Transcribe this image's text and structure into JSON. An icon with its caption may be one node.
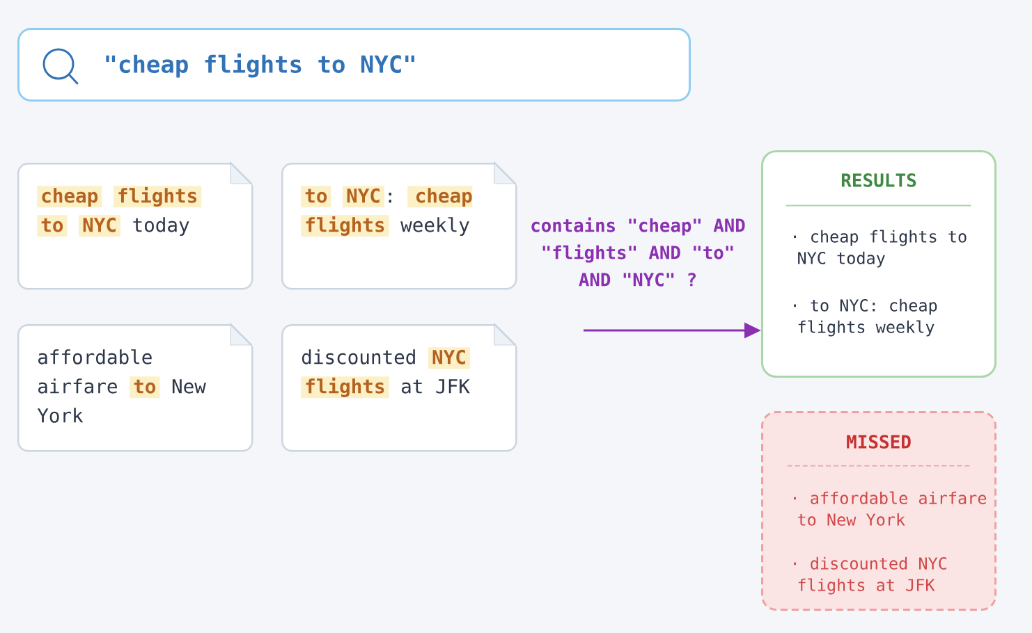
{
  "diagram": {
    "nodes": [
      {
        "text": [
          "\"cheap flights to NYC\""
        ]
      },
      {
        "text": [
          "**cheap** **flights** **to** **NYC** today"
        ]
      },
      {
        "text": [
          "**to** **NYC**: **cheap** **flights** weekly"
        ]
      },
      {
        "text": [
          "affordable airfare **to** New York"
        ]
      },
      {
        "text": [
          "discounted **NYC** **flights** at JFK"
        ]
      },
      {
        "text": [
          "RESULTS",
          "· cheap flights to NYC today",
          "· to NYC: cheap flights weekly"
        ]
      },
      {
        "text": [
          "MISSED",
          "· affordable airfare to New York",
          "· discounted NYC flights at JFK"
        ]
      }
    ],
    "edges": [
      {
        "from": null,
        "to": 5,
        "arrow": "to",
        "label": "contains \"cheap\" AND \"flights\" AND \"to\" AND \"NYC\" ?"
      }
    ]
  }
}
